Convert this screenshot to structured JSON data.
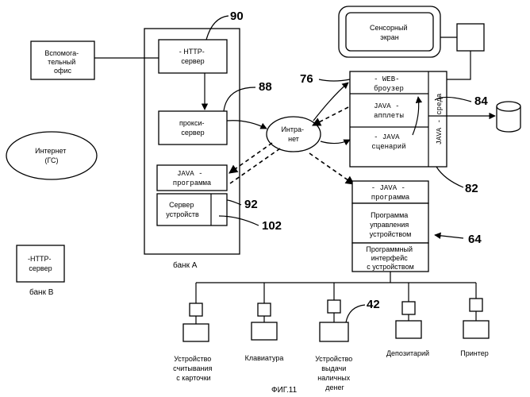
{
  "figure_caption": "ФИГ.11",
  "bank_a_label": "банк А",
  "bank_b_label": "банк В",
  "nodes": {
    "aux_office": [
      "Вспомога-",
      "тельный",
      "офис"
    ],
    "internet_gs": [
      "Интернет",
      "(ГС)"
    ],
    "http_server_b": [
      "-HTTP-",
      "сервер"
    ],
    "http_server_a": [
      "- HTTP-",
      "сервер"
    ],
    "proxy_server": [
      "прокси-",
      "сервер"
    ],
    "java_program_a": [
      "JAVA -",
      "программа"
    ],
    "device_server_a": [
      "Сервер",
      "устройств"
    ],
    "intranet": [
      "Интра-",
      "нет"
    ],
    "touch_screen": [
      "Сенсорный",
      "экран"
    ],
    "web_browser": [
      "- WEB-",
      "броузер"
    ],
    "java_applets": [
      "JAVA -",
      "апплеты"
    ],
    "java_script": [
      "- JAVA",
      "сценарий"
    ],
    "java_environment": "JAVA - среда",
    "java_program_client": [
      "- JAVA -",
      "программа"
    ],
    "device_control_program": [
      "Программа",
      "управления",
      "устройством"
    ],
    "device_api": [
      "Программный",
      "интерфейс",
      "с устройством"
    ]
  },
  "devices": [
    [
      "Устройство",
      "считывания",
      "с карточки"
    ],
    [
      "Клавиатура"
    ],
    [
      "Устройство",
      "выдачи",
      "наличных",
      "денег"
    ],
    [
      "Депозитарий"
    ],
    [
      "Принтер"
    ]
  ],
  "reference_numbers": {
    "http_server": "90",
    "proxy": "88",
    "device_server": "92",
    "device_server_inner": "102",
    "browser": "76",
    "java_env": "84",
    "client": "82",
    "api": "64",
    "dispenser": "42"
  }
}
